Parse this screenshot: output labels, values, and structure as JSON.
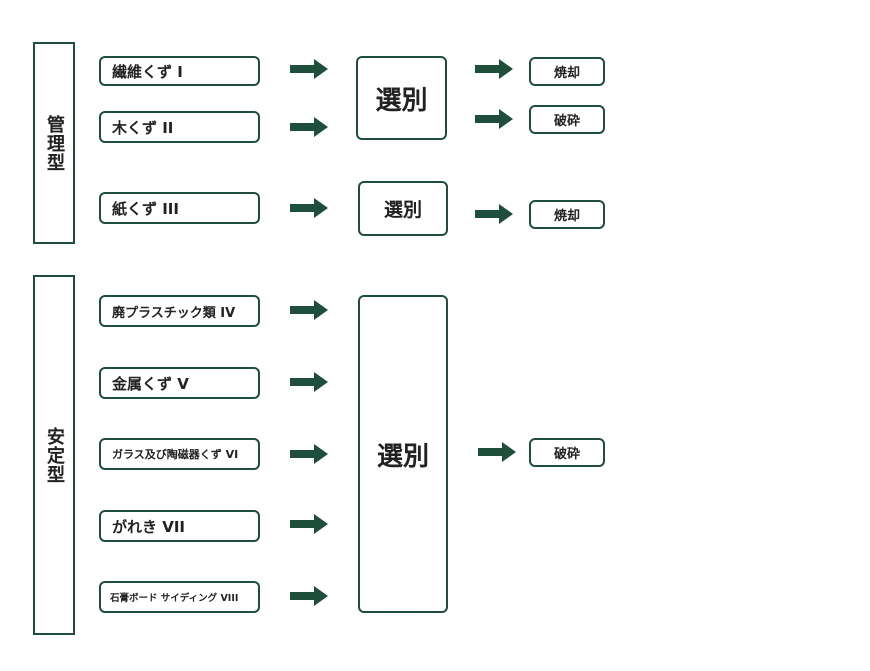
{
  "accent_color": "#1f4e3d",
  "icons": {
    "arrow": "right-arrow-icon"
  },
  "groups": [
    {
      "label": "管理型",
      "items": [
        "繊維くず I",
        "木くず II",
        "紙くず III"
      ],
      "processes": [
        "選別",
        "選別"
      ],
      "outputs": [
        "焼却",
        "破砕",
        "焼却"
      ]
    },
    {
      "label": "安定型",
      "items": [
        "廃プラスチック類 IV",
        "金属くず V",
        "ガラス及び陶磁器くず VI",
        "がれき VII",
        "石膏ボード サイディング VIII"
      ],
      "processes": [
        "選別"
      ],
      "outputs": [
        "破砕"
      ]
    }
  ]
}
